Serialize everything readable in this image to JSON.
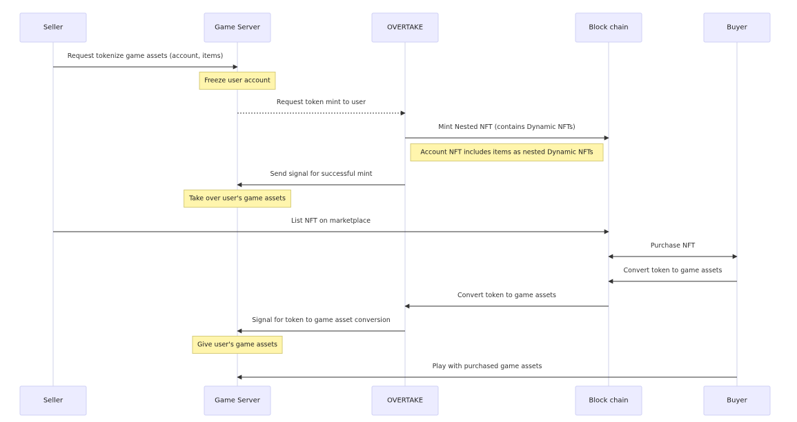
{
  "participants": [
    {
      "id": "seller",
      "label": "Seller"
    },
    {
      "id": "game_server",
      "label": "Game Server"
    },
    {
      "id": "overtake",
      "label": "OVERTAKE"
    },
    {
      "id": "block_chain",
      "label": "Block chain"
    },
    {
      "id": "buyer",
      "label": "Buyer"
    }
  ],
  "steps": [
    {
      "kind": "message",
      "from": "seller",
      "to": "game_server",
      "text": "Request tokenize game assets (account, items)",
      "style": "solid",
      "head": "end"
    },
    {
      "kind": "note",
      "over": [
        "game_server"
      ],
      "text": "Freeze user account"
    },
    {
      "kind": "message",
      "from": "game_server",
      "to": "overtake",
      "text": "Request token mint to user",
      "style": "dotted",
      "head": "end"
    },
    {
      "kind": "message",
      "from": "overtake",
      "to": "block_chain",
      "text": "Mint Nested NFT (contains Dynamic NFTs)",
      "style": "solid",
      "head": "end"
    },
    {
      "kind": "note",
      "over": [
        "overtake",
        "block_chain"
      ],
      "text": "Account NFT includes items as nested Dynamic NFTs"
    },
    {
      "kind": "message",
      "from": "overtake",
      "to": "game_server",
      "text": "Send signal for successful mint",
      "style": "solid",
      "head": "end"
    },
    {
      "kind": "note",
      "over": [
        "game_server"
      ],
      "text": "Take over user's game assets"
    },
    {
      "kind": "message",
      "from": "seller",
      "to": "block_chain",
      "text": "List NFT on marketplace",
      "style": "solid",
      "head": "end"
    },
    {
      "kind": "message",
      "from": "block_chain",
      "to": "buyer",
      "text": "Purchase NFT",
      "style": "solid",
      "head": "both"
    },
    {
      "kind": "message",
      "from": "buyer",
      "to": "block_chain",
      "text": "Convert token to game assets",
      "style": "solid",
      "head": "end"
    },
    {
      "kind": "message",
      "from": "block_chain",
      "to": "overtake",
      "text": "Convert token to game assets",
      "style": "solid",
      "head": "end"
    },
    {
      "kind": "message",
      "from": "overtake",
      "to": "game_server",
      "text": "Signal for token to game asset conversion",
      "style": "solid",
      "head": "end"
    },
    {
      "kind": "note",
      "over": [
        "game_server"
      ],
      "text": "Give user's game assets"
    },
    {
      "kind": "message",
      "from": "buyer",
      "to": "game_server",
      "text": "Play with purchased game assets",
      "style": "solid",
      "head": "end"
    }
  ]
}
